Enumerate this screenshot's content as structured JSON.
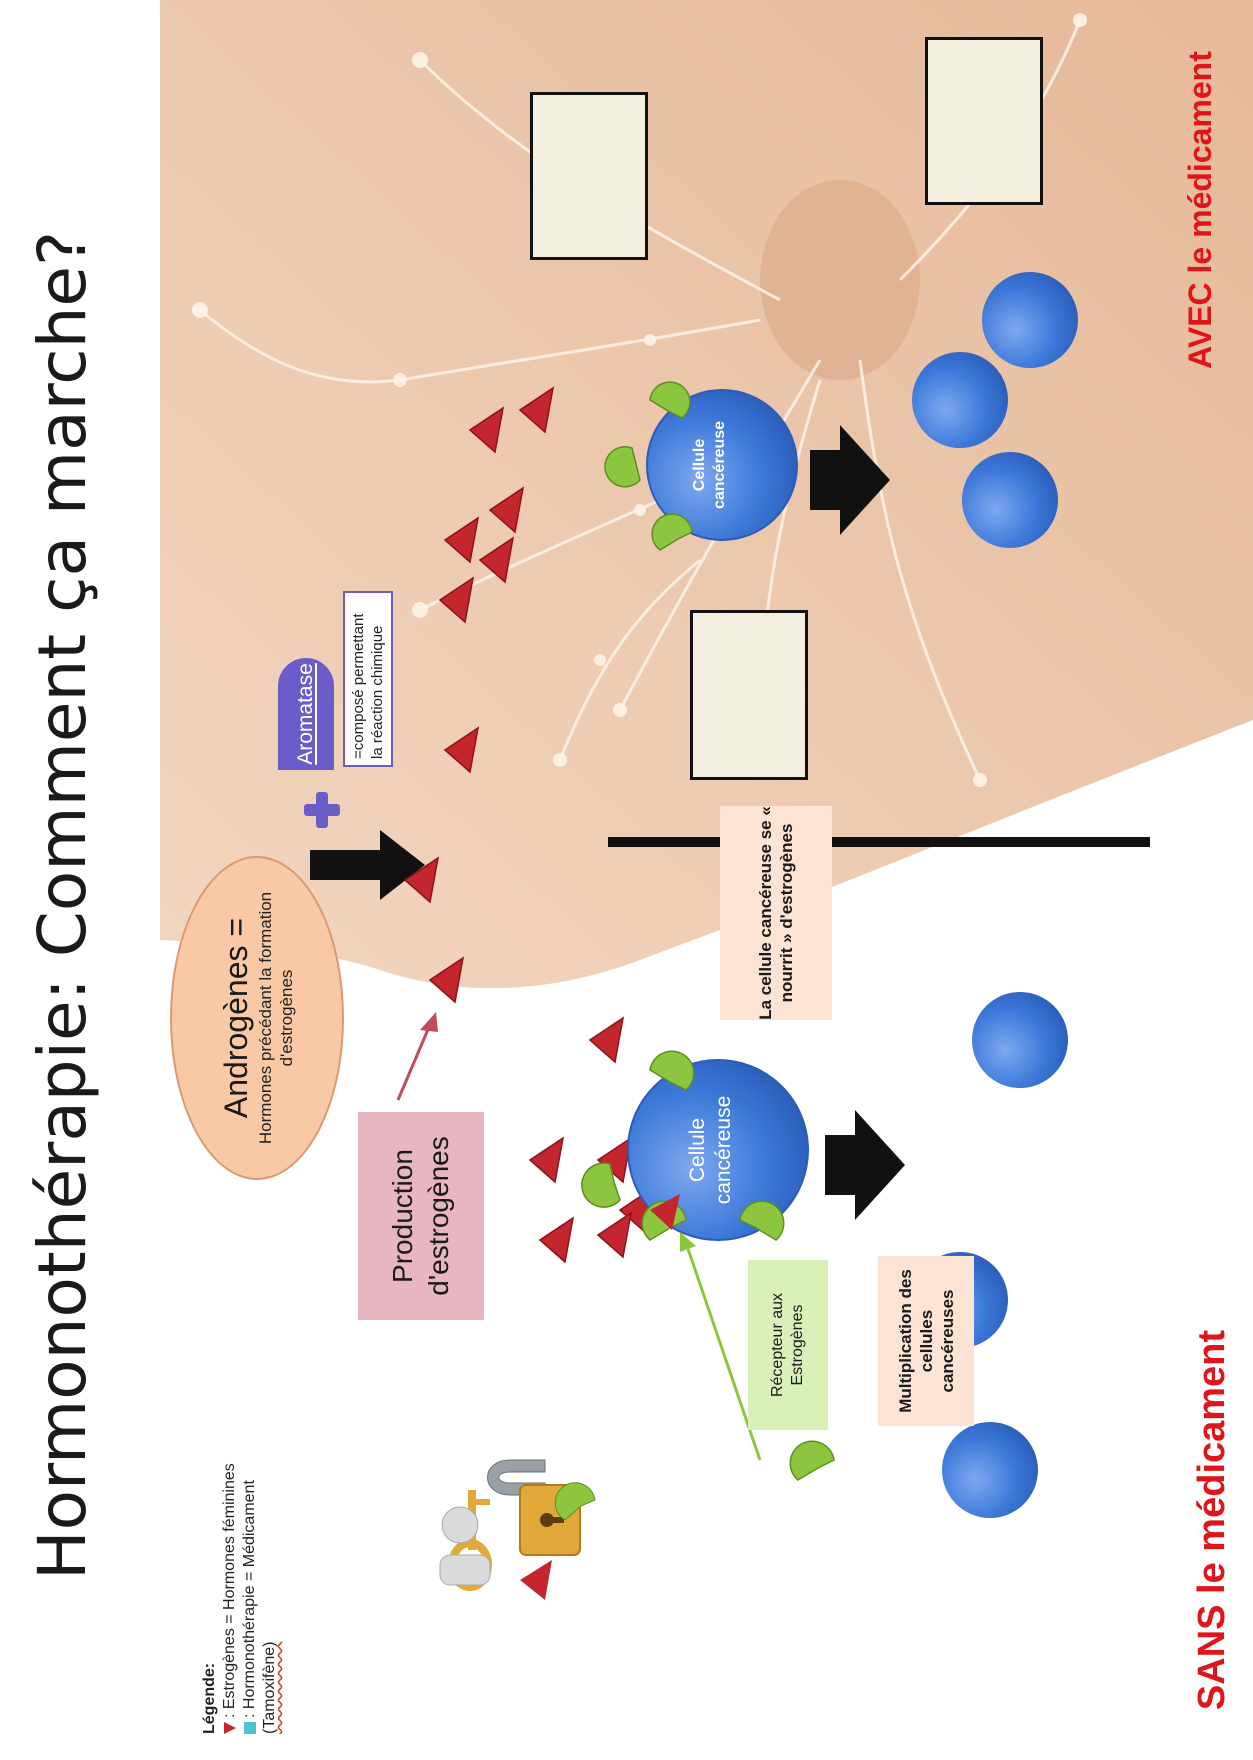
{
  "title": "Hormonothérapie: Comment ça marche?",
  "legend": {
    "title": "Légende:",
    "estrogen_entry": ": Estrogènes  = Hormones féminines",
    "drug_entry": ": Hormonothérapie = Médicament",
    "drug_name": "(Tamoxifène)"
  },
  "androgen": {
    "title": "Androgènes =",
    "desc": "Hormones précédant la formation d'estrogènes"
  },
  "aromatase": {
    "name": "Aromatase",
    "desc": "=composé permettant la réaction chimique"
  },
  "production_label": "Production d'estrogènes",
  "feeding_label": "La cellule cancéreuse se « nourrit » d'estrogènes",
  "receptor_label": "Récepteur aux Estrogènes",
  "multiplication_label": "Multiplication des cellules cancéreuses",
  "cell_label": "Cellule cancéreuse",
  "sans_label": "SANS le médicament",
  "avec_label": "AVEC le médicament",
  "colors": {
    "estrogen": "#c4262e",
    "receptor": "#8cc63f",
    "cell": "#3c78d8",
    "drug": "#4fc3d6",
    "warning": "#e0141b",
    "aromatase": "#6a5cc9"
  },
  "icons": [
    "padlock-icon",
    "key-icon",
    "estrogen-triangle-icon",
    "receptor-icon",
    "arrow-icon",
    "plus-icon"
  ]
}
